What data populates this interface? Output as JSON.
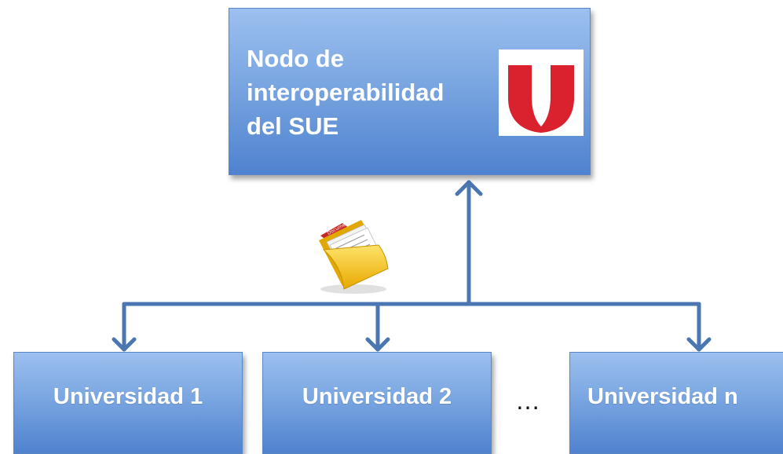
{
  "top_node": {
    "title_lines": [
      "Nodo de",
      "interoperabilidad",
      "del SUE"
    ]
  },
  "universities": [
    {
      "label": "Universidad 1"
    },
    {
      "label": "Universidad 2"
    },
    {
      "label": "Universidad n"
    }
  ],
  "ellipsis": "…",
  "folder_label": "Documents",
  "colors": {
    "box_light": "#9cc0ef",
    "box_dark": "#4f82cf",
    "connector": "#4a76b2",
    "logo_red": "#d9222e",
    "folder_yellow": "#f5c400"
  },
  "icons": {
    "logo": "sue-logo-icon",
    "folder": "document-folder-icon"
  }
}
